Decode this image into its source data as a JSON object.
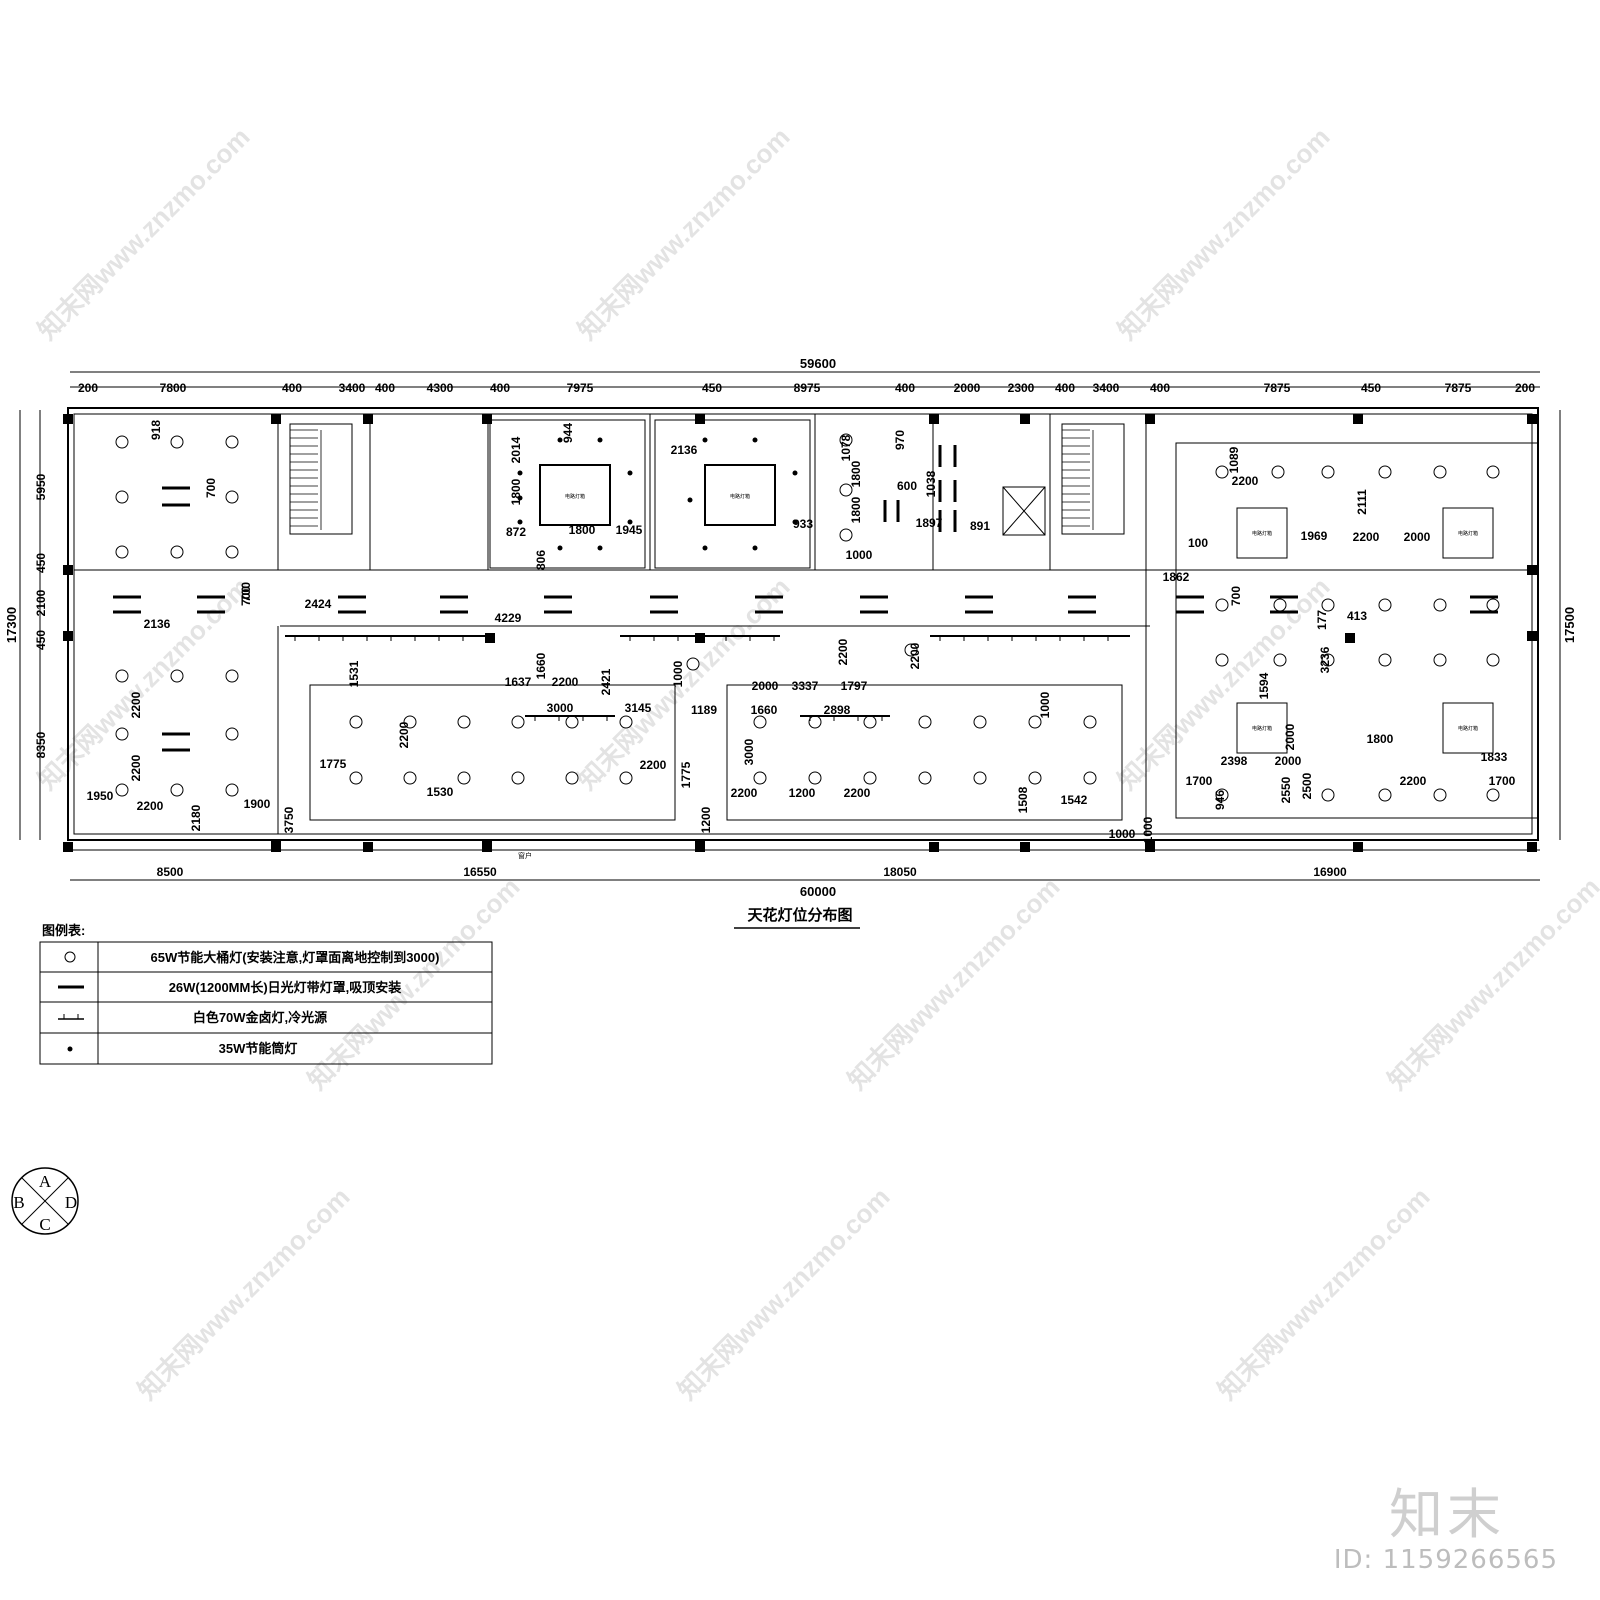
{
  "drawing": {
    "title": "天花灯位分布图",
    "overall_top": "59600",
    "overall_bottom": "60000",
    "overall_left": "17300",
    "overall_right": "17500",
    "top_dims": [
      "200",
      "7800",
      "400",
      "3400",
      "400",
      "4300",
      "400",
      "7975",
      "450",
      "8975",
      "400",
      "2000",
      "2300",
      "400",
      "3400",
      "400",
      "7875",
      "450",
      "7875",
      "200"
    ],
    "bottom_dims": [
      "8500",
      "16550",
      "18050",
      "16900"
    ],
    "left_dims": [
      "5950",
      "450",
      "2100",
      "450",
      "8350"
    ],
    "inner_dims": [
      "918",
      "700",
      "2136",
      "700",
      "2200",
      "2200",
      "1950",
      "2200",
      "2180",
      "1900",
      "700",
      "2424",
      "4229",
      "2014",
      "944",
      "1800",
      "872",
      "1800",
      "1945",
      "806",
      "2136",
      "933",
      "1078",
      "1800",
      "1800",
      "1000",
      "970",
      "600",
      "1038",
      "1897",
      "891",
      "1089",
      "2200",
      "2111",
      "1969",
      "2200",
      "2000",
      "100",
      "1862",
      "700",
      "177",
      "413",
      "3236",
      "1594",
      "2000",
      "2398",
      "2000",
      "1800",
      "1833",
      "1700",
      "946",
      "2550",
      "2500",
      "2200",
      "1700",
      "1660",
      "1637",
      "2200",
      "2421",
      "3000",
      "3145",
      "1531",
      "2200",
      "1775",
      "1530",
      "2200",
      "1775",
      "3750",
      "1000",
      "1189",
      "2000",
      "3337",
      "1797",
      "2200",
      "1660",
      "2898",
      "3000",
      "2200",
      "1200",
      "2200",
      "2200",
      "1000",
      "1508",
      "1542",
      "1200",
      "1000",
      "1000",
      "1000"
    ],
    "window_label": "窗户",
    "room_box_label": "电路灯箱"
  },
  "legend": {
    "title": "图例表:",
    "items": [
      {
        "symbol": "circle-icon",
        "text": "65W节能大桶灯(安装注意,灯罩面离地控制到3000)"
      },
      {
        "symbol": "bar-icon",
        "text": "26W(1200MM长)日光灯带灯罩,吸顶安装"
      },
      {
        "symbol": "halogen-icon",
        "text": "白色70W金卤灯,冷光源"
      },
      {
        "symbol": "dot-icon",
        "text": "35W节能筒灯"
      }
    ]
  },
  "compass": {
    "top": "A",
    "left": "B",
    "right": "D",
    "bottom": "C"
  },
  "watermark": {
    "text": "知末网www.znzmo.com"
  },
  "brand": {
    "name": "知末",
    "id": "ID: 1159266565"
  }
}
